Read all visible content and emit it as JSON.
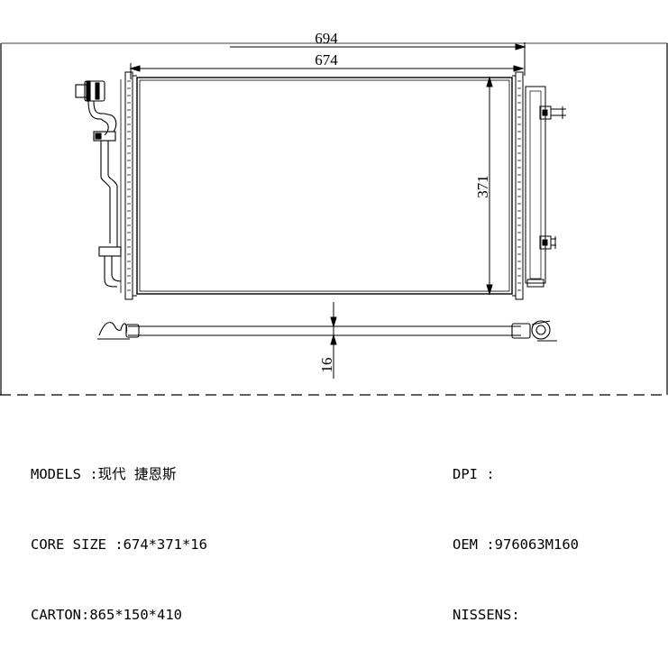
{
  "dimensions": {
    "overall_width": "694",
    "core_width": "674",
    "core_height": "371",
    "core_thickness": "16"
  },
  "specs": {
    "models_label": "MODELS :",
    "models_value": "现代 捷恩斯",
    "core_size_label": "CORE SIZE :",
    "core_size_value": "674*371*16",
    "carton_label": "CARTON:",
    "carton_value": "865*150*410",
    "dpi_label": "DPI :",
    "dpi_value": "",
    "oem_label": "OEM :",
    "oem_value": "976063M160",
    "nissens_label": "NISSENS:",
    "nissens_value": ""
  }
}
